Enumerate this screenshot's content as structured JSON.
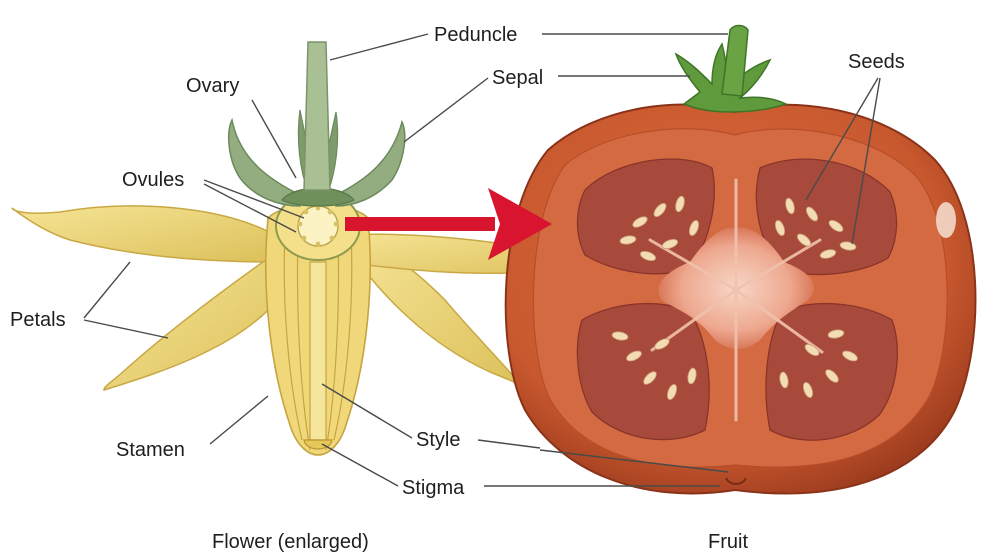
{
  "labels": {
    "peduncle": "Peduncle",
    "ovary": "Ovary",
    "sepal": "Sepal",
    "seeds": "Seeds",
    "ovules": "Ovules",
    "petals": "Petals",
    "stamen": "Stamen",
    "style": "Style",
    "stigma": "Stigma"
  },
  "captions": {
    "flower": "Flower (enlarged)",
    "fruit": "Fruit"
  },
  "colors": {
    "petal": "#f2dc7a",
    "petal_shade": "#d9b94a",
    "sepal": "#8aa878",
    "stem": "#9fb68a",
    "tomato": "#c8582e",
    "tomato_dark": "#9d3c1e",
    "flesh": "#d96b45",
    "locule": "#a7463a",
    "center": "#f1b9a3",
    "seed": "#f2d9b0",
    "arrow": "#d8142e"
  }
}
